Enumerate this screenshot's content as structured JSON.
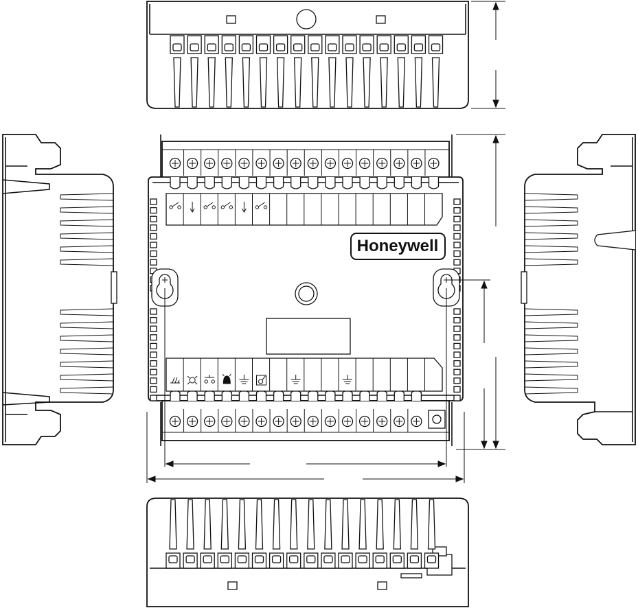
{
  "brand": {
    "logo_text": "Honeywell"
  },
  "views": {
    "front": {
      "top_terminal_count": 16,
      "bottom_terminal_count": 16
    },
    "top_view": {
      "fin_count": 16
    },
    "bottom_view": {
      "fin_count": 16
    }
  },
  "icons": {
    "top_row": [
      "switch-open-icon",
      "arrow-down-icon",
      "switch-open-icon",
      "switch-open-icon",
      "arrow-down-icon",
      "switch-open-icon"
    ],
    "bottom_row": [
      "power-icon",
      "lamp-icon",
      "pushbutton-icon",
      "bell-icon",
      "ground-icon",
      "sensor-icon",
      "ground-icon",
      "ground-icon"
    ]
  }
}
